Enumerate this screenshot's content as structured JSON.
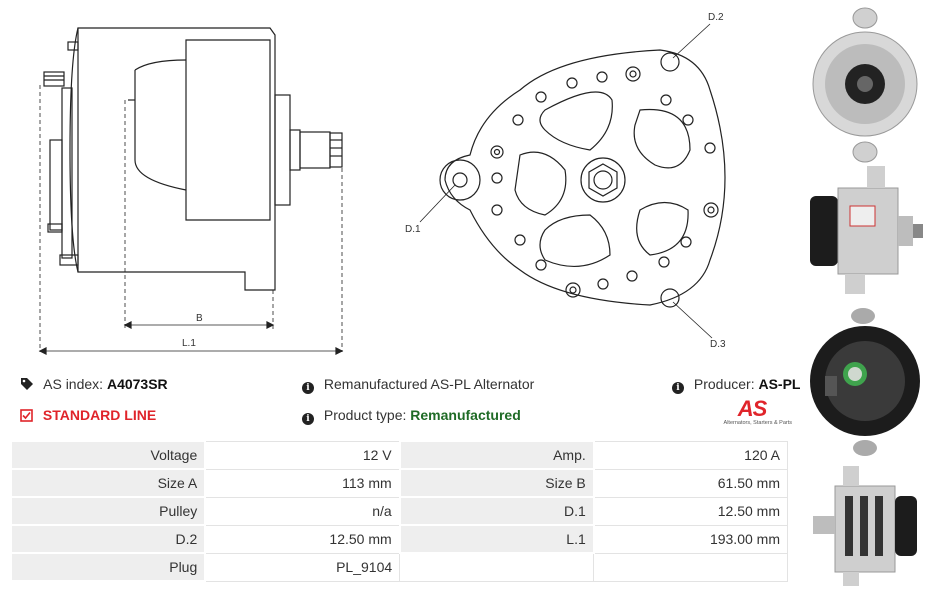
{
  "diagram": {
    "side_labels": {
      "b": "B",
      "l1": "L.1"
    },
    "front_labels": {
      "d1": "D.1",
      "d2": "D.2",
      "d3": "D.3"
    }
  },
  "info": {
    "as_index_label": "AS index:",
    "as_index_value": "A4073SR",
    "description": "Remanufactured AS-PL Alternator",
    "producer_label": "Producer:",
    "producer_value": "AS-PL",
    "standard_line": "STANDARD LINE",
    "product_type_label": "Product type:",
    "product_type_value": "Remanufactured"
  },
  "logo": {
    "mark": "AS",
    "tagline": "Alternators, Starters & Parts"
  },
  "specs": {
    "rows": [
      {
        "l1": "Voltage",
        "v1": "12 V",
        "l2": "Amp.",
        "v2": "120 A"
      },
      {
        "l1": "Size A",
        "v1": "113 mm",
        "l2": "Size B",
        "v2": "61.50 mm"
      },
      {
        "l1": "Pulley",
        "v1": "n/a",
        "l2": "D.1",
        "v2": "12.50 mm"
      },
      {
        "l1": "D.2",
        "v1": "12.50 mm",
        "l2": "L.1",
        "v2": "193.00 mm"
      },
      {
        "l1": "Plug",
        "v1": "PL_9104",
        "l2": "",
        "v2": ""
      }
    ]
  },
  "colors": {
    "standard_line": "#e0242a",
    "product_type": "#1f6b26",
    "label_bg": "#eeeeee"
  },
  "icons": [
    "tag-icon",
    "info-icon",
    "checkbox-icon"
  ]
}
